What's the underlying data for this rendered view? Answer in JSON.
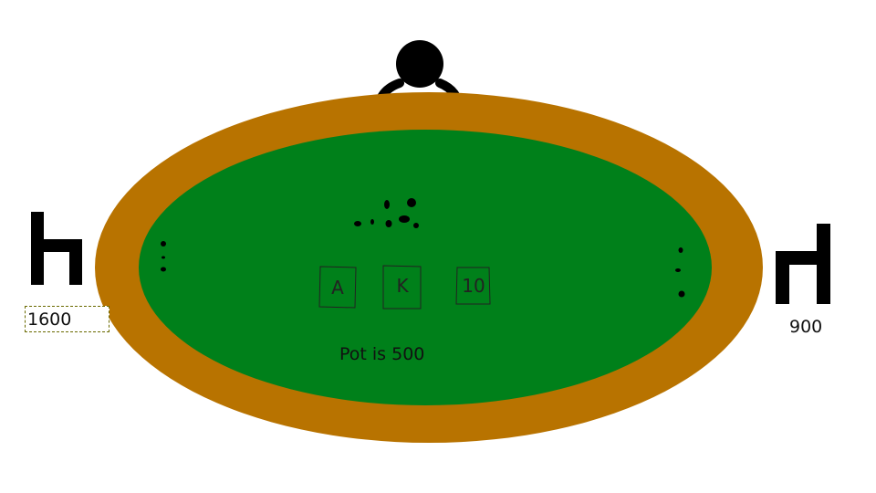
{
  "colors": {
    "rail": "#b87300",
    "felt": "#00801a",
    "figure": "#000000",
    "background": "#ffffff"
  },
  "table": {
    "pot_text": "Pot is 500"
  },
  "board": {
    "cards": [
      "A",
      "K",
      "10"
    ]
  },
  "players": {
    "left": {
      "stack": "1600"
    },
    "right": {
      "stack": "900"
    }
  }
}
